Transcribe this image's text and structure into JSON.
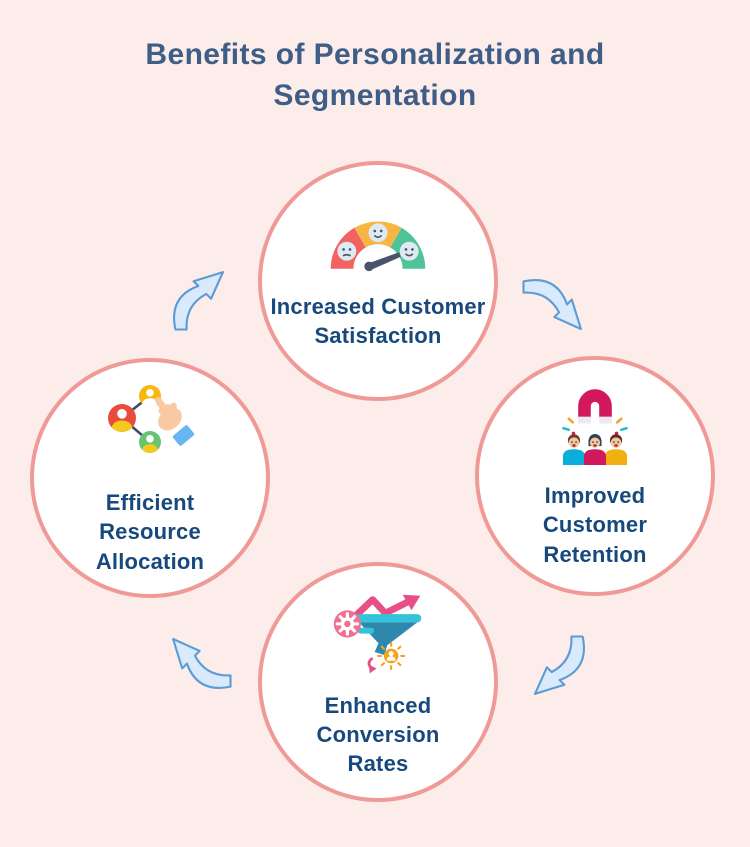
{
  "title": "Benefits of Personalization and Segmentation",
  "diagram": {
    "type": "cycle",
    "direction": "clockwise",
    "nodes": [
      {
        "id": "increased-customer-satisfaction",
        "position": "top",
        "label": "Increased Customer\nSatisfaction",
        "icon": "satisfaction-gauge-icon"
      },
      {
        "id": "improved-customer-retention",
        "position": "right",
        "label": "Improved\nCustomer\nRetention",
        "icon": "customer-magnet-icon"
      },
      {
        "id": "enhanced-conversion-rates",
        "position": "bottom",
        "label": "Enhanced\nConversion\nRates",
        "icon": "conversion-funnel-icon"
      },
      {
        "id": "efficient-resource-allocation",
        "position": "left",
        "label": "Efficient\nResource\nAllocation",
        "icon": "resource-network-icon"
      }
    ],
    "arrows": [
      {
        "from": "efficient-resource-allocation",
        "to": "increased-customer-satisfaction"
      },
      {
        "from": "increased-customer-satisfaction",
        "to": "improved-customer-retention"
      },
      {
        "from": "improved-customer-retention",
        "to": "enhanced-conversion-rates"
      },
      {
        "from": "enhanced-conversion-rates",
        "to": "efficient-resource-allocation"
      }
    ]
  },
  "colors": {
    "background": "#fcecea",
    "circle_fill": "#ffffff",
    "circle_border": "#f09a98",
    "title_text": "#3f5e87",
    "label_text": "#17497c",
    "arrow_fill": "#d9eafc",
    "arrow_stroke": "#5d9bd4",
    "gauge_red": "#f2635f",
    "gauge_yellow": "#f7b643",
    "gauge_green": "#4fc398",
    "magnet_crimson": "#d2195e",
    "funnel_teal": "#33c4d9",
    "funnel_blue": "#2e88ae",
    "accent_pink": "#ef6f95",
    "accent_orange": "#f5a31d"
  }
}
